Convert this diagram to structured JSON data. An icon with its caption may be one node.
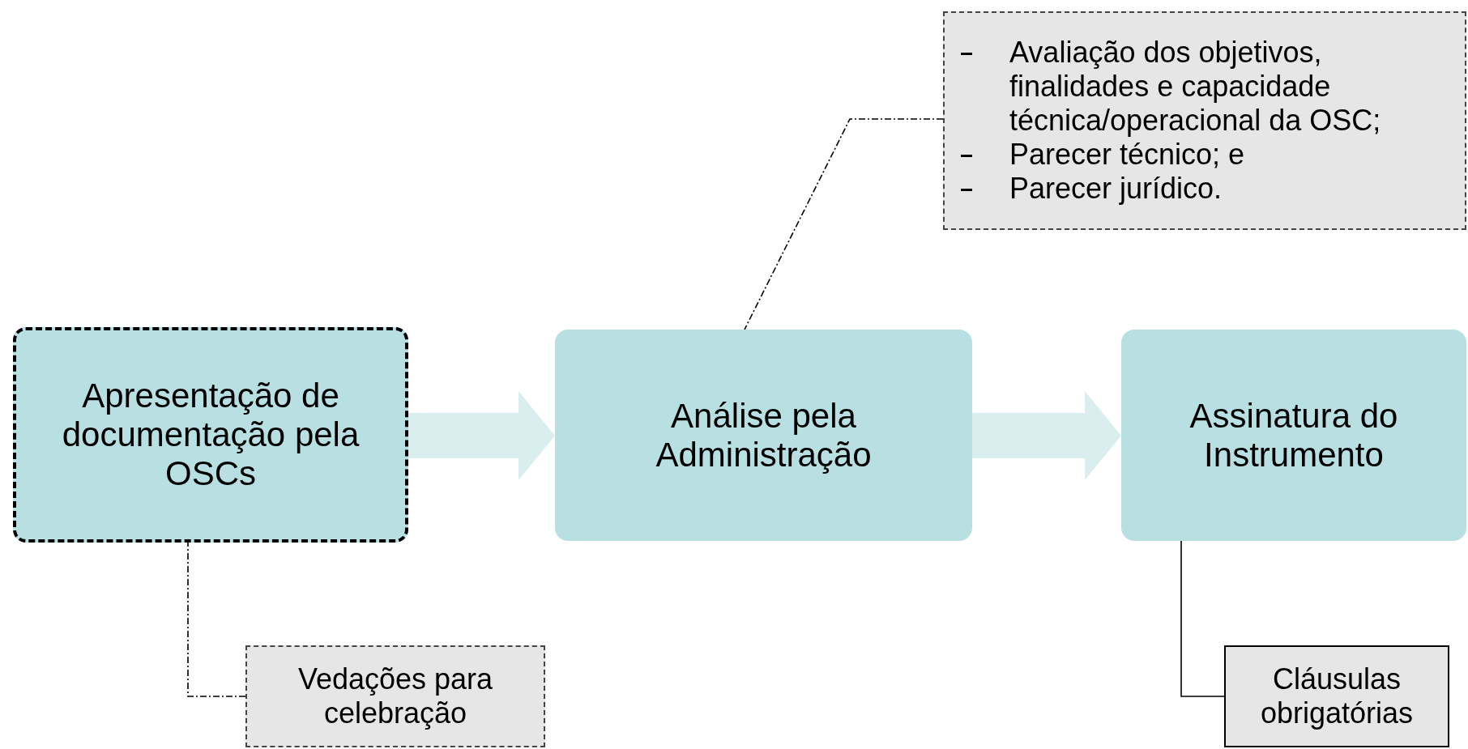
{
  "diagram": {
    "nodes": [
      {
        "text": [
          "Avaliação dos objetivos, finalidades e  capacidade técnica/operacional da OSC;",
          "Parecer técnico; e",
          "Parecer jurídico."
        ]
      },
      {
        "text": [
          "Apresentação de documentação pela OSCs"
        ]
      },
      {
        "text": [
          "Análise pela Administração"
        ]
      },
      {
        "text": [
          "Assinatura do Instrumento"
        ]
      },
      {
        "text": [
          "Vedações para celebração"
        ]
      },
      {
        "text": [
          "Cláusulas obrigatórias"
        ]
      }
    ],
    "edges": [
      {
        "from": 1,
        "to": 2,
        "arrow": "to",
        "style": "thick",
        "color": "#dbeeef"
      },
      {
        "from": 2,
        "to": 3,
        "arrow": "to",
        "style": "thick",
        "color": "#dbeeef"
      },
      {
        "from": 0,
        "to": 2,
        "arrow": "none",
        "style": "dashed"
      },
      {
        "from": 4,
        "to": 1,
        "arrow": "none",
        "style": "dashed"
      },
      {
        "from": 5,
        "to": 3,
        "arrow": "none"
      }
    ]
  }
}
